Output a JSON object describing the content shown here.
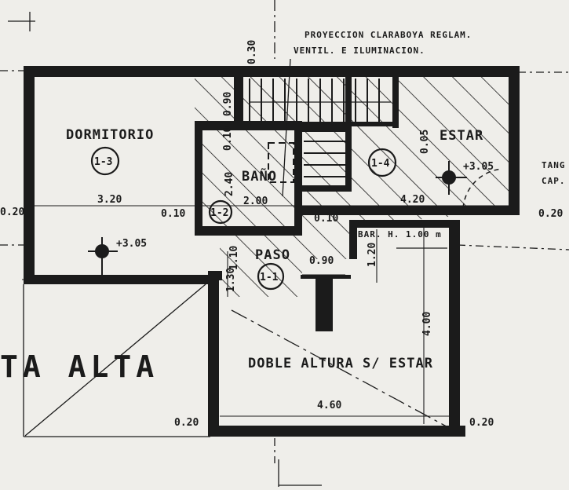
{
  "colors": {
    "ink": "#1b1b1b",
    "paper": "#efeeea",
    "hatch": "#1b1b1b"
  },
  "notes": {
    "top_line1": "PROYECCION CLARABOYA REGLAM.",
    "top_line2": "VENTIL. E ILUMINACION.",
    "right_line1": "TANG",
    "right_line2": "CAP."
  },
  "rooms": {
    "dormitorio": {
      "name": "DORMITORIO",
      "code": "1-3"
    },
    "bano": {
      "name": "BAÑO",
      "code": "1-2"
    },
    "estar": {
      "name": "ESTAR",
      "code": "1-4"
    },
    "paso": {
      "name": "PASO",
      "code": "1-1"
    },
    "doble": {
      "name": "DOBLE ALTURA S/ ESTAR"
    }
  },
  "planta_label": "TA ALTA",
  "baranda": "BAR. H. 1.00 m",
  "levels": {
    "dormitorio": "+3.05",
    "estar": "+3.05"
  },
  "dims": {
    "d_030": "0.30",
    "d_090v": "0.90",
    "d_010v": "0.10",
    "d_240": "2.40",
    "d_320": "3.20",
    "d_200": "2.00",
    "d_420": "4.20",
    "d_020_left": "0.20",
    "d_010a": "0.10",
    "d_010b": "0.10",
    "d_020_right": "0.20",
    "d_005": "0.05",
    "d_110": "1.10",
    "d_130": "1.30",
    "d_090h": "0.90",
    "d_120": "1.20",
    "d_400": "4.00",
    "d_460": "4.60",
    "d_020_bl": "0.20",
    "d_020_br": "0.20"
  }
}
